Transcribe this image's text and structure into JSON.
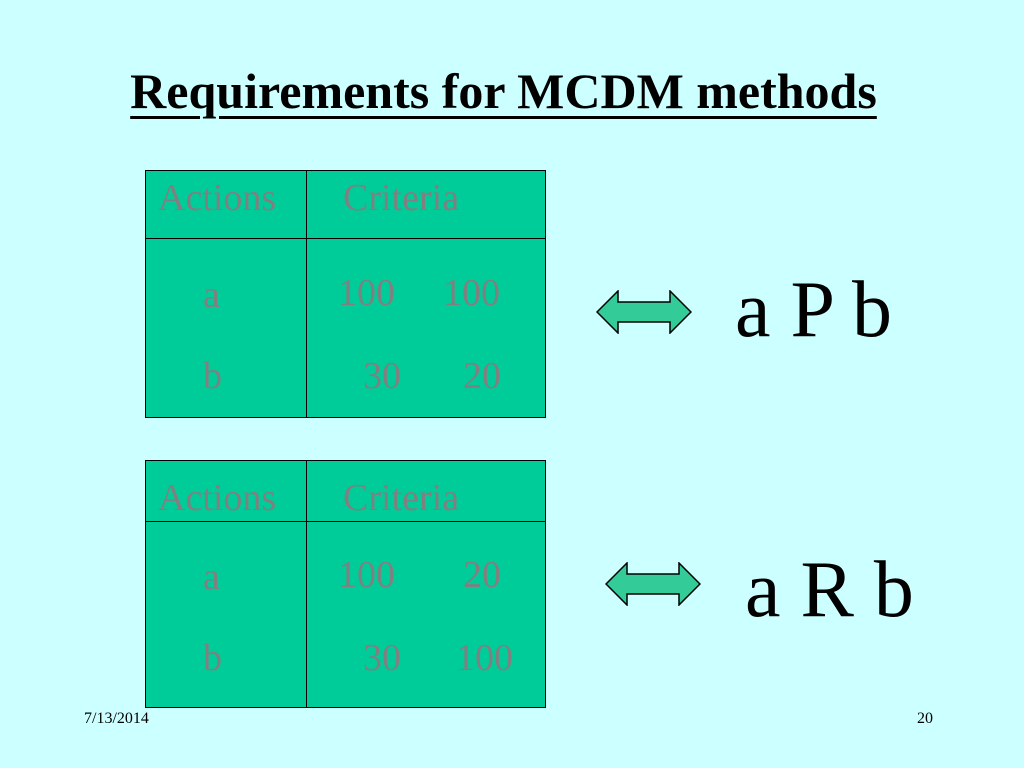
{
  "slide": {
    "title": "Requirements for MCDM methods",
    "date": "7/13/2014",
    "page_number": "20"
  },
  "table1": {
    "header_actions": "Actions",
    "header_criteria": "Criteria",
    "rows": [
      {
        "action": "a",
        "c1": "100",
        "c2": "100"
      },
      {
        "action": "b",
        "c1": "30",
        "c2": "20"
      }
    ],
    "relation": "a P b"
  },
  "table2": {
    "header_actions": "Actions",
    "header_criteria": "Criteria",
    "rows": [
      {
        "action": "a",
        "c1": "100",
        "c2": "20"
      },
      {
        "action": "b",
        "c1": "30",
        "c2": "100"
      }
    ],
    "relation": "a R b"
  },
  "colors": {
    "background": "#ccffff",
    "table_fill": "#00cc99",
    "table_text": "#808080",
    "arrow_fill": "#33cc99"
  },
  "icons": [
    "double-arrow-icon",
    "double-arrow-icon"
  ]
}
